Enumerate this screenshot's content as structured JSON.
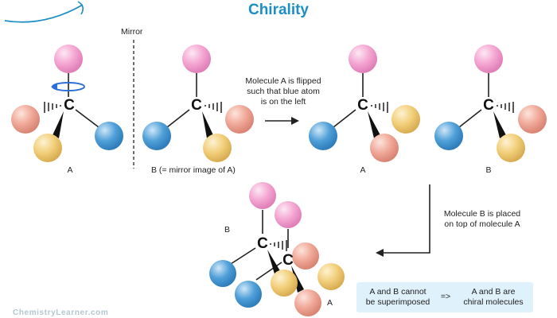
{
  "title": "Chirality",
  "mirror_label": "Mirror",
  "center_atom": "C",
  "labels": {
    "a_original": "A",
    "b_mirror": "B (= mirror image of A)",
    "a_flipped": "A",
    "b_copy": "B",
    "b_overlay": "B",
    "a_overlay": "A"
  },
  "step1_note": [
    "Molecule A is flipped",
    "such that blue atom",
    "is on the left"
  ],
  "step2_note": [
    "Molecule B is placed",
    "on top of molecule A"
  ],
  "conclusion": {
    "left": [
      "A and B cannot",
      "be superimposed"
    ],
    "arrow": "=>",
    "right": [
      "A and B are",
      "chiral molecules"
    ]
  },
  "watermark": "ChemistryLearner.com",
  "colors": {
    "title": "#1d8fc4",
    "pink": "#f4a6d2",
    "salmon": "#f0a898",
    "yellow": "#f2cf7a",
    "blue": "#4f9fd8",
    "rotate_arrow": "#2c6fd6",
    "box": "#dff1fb"
  },
  "icons": [
    "rotation-arrow-icon",
    "right-arrow-icon",
    "bent-arrow-icon"
  ]
}
